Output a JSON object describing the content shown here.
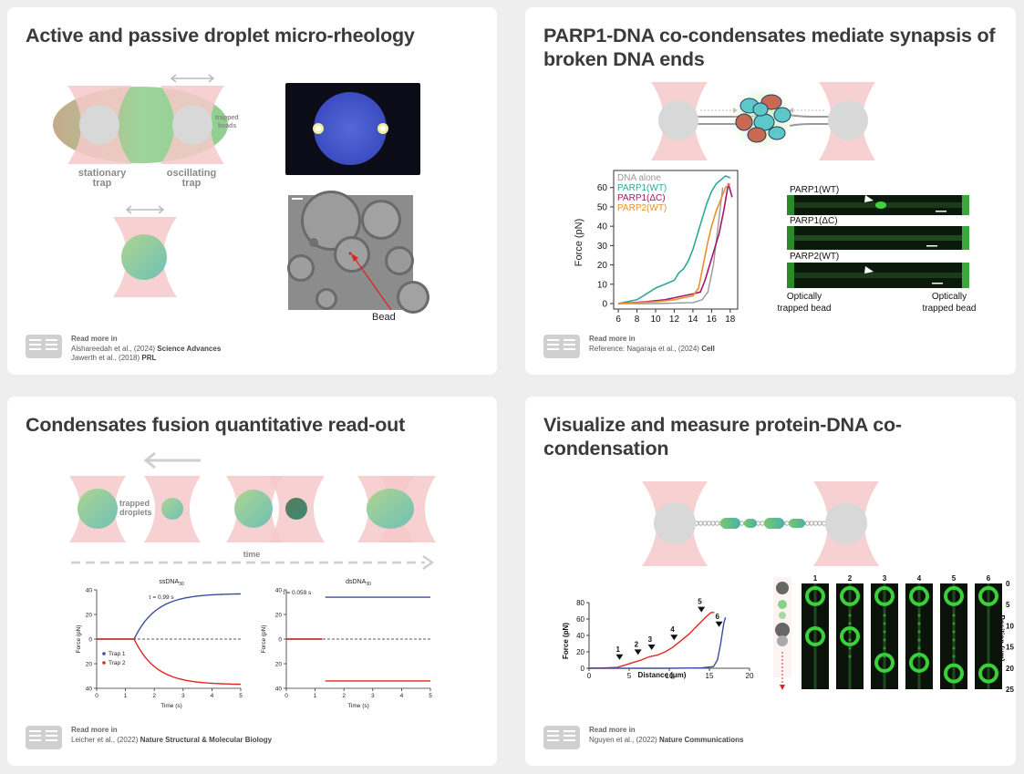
{
  "cards": [
    {
      "title": "Active and passive droplet micro-rheology",
      "labels": {
        "trapped_beads_1": "trapped",
        "trapped_beads_2": "beads",
        "stationary_1": "stationary",
        "stationary_2": "trap",
        "oscillating_1": "oscillating",
        "oscillating_2": "trap",
        "bead": "Bead"
      },
      "read_more": {
        "heading": "Read more in",
        "refs": [
          {
            "authors": "Alshareedah et al., (2024)",
            "journal": "Science Advances"
          },
          {
            "authors": "Jawerth et al., (2018)",
            "journal": "PRL"
          }
        ]
      }
    },
    {
      "title": "PARP1-DNA co-condensates mediate synapsis of broken DNA ends",
      "chart": {
        "ylabel": "Force (pN)",
        "x_ticks": [
          "6",
          "8",
          "10",
          "12",
          "14",
          "16",
          "18"
        ],
        "y_ticks": [
          "0",
          "10",
          "20",
          "30",
          "40",
          "50",
          "60"
        ],
        "legend": [
          "DNA alone",
          "PARP1(WT)",
          "PARP1(ΔC)",
          "PARP2(WT)"
        ]
      },
      "kymo_labels": [
        "PARP1(WT)",
        "PARP1(ΔC)",
        "PARP2(WT)"
      ],
      "bead_labels": {
        "left_1": "Optically",
        "left_2": "trapped bead",
        "right_1": "Optically",
        "right_2": "trapped bead"
      },
      "read_more": {
        "heading": "Read more in",
        "refs": [
          {
            "authors": "Reference: Nagaraja et al., (2024)",
            "journal": "Cell"
          }
        ]
      }
    },
    {
      "title": "Condensates fusion quantitative read-out",
      "labels": {
        "trapped_1": "trapped",
        "trapped_2": "droplets",
        "time": "time"
      },
      "plot_left": {
        "title": "ssDNA",
        "title_sub": "30",
        "tau": "τ = 0.99 s",
        "ylabel": "Force (pN)",
        "xlabel": "Time (s)",
        "x_ticks": [
          "0",
          "1",
          "2",
          "3",
          "4",
          "5"
        ],
        "y_ticks": [
          "40",
          "20",
          "0",
          "20",
          "40"
        ],
        "legend": [
          "Trap 1",
          "Trap 2"
        ]
      },
      "plot_right": {
        "title": "dsDNA",
        "title_sub": "30",
        "tau": "τ = 0.059 s",
        "ylabel": "Force (pN)",
        "xlabel": "Time (s)",
        "x_ticks": [
          "0",
          "1",
          "2",
          "3",
          "4",
          "5"
        ],
        "y_ticks": [
          "40",
          "20",
          "0",
          "20",
          "40"
        ]
      },
      "read_more": {
        "heading": "Read more in",
        "refs": [
          {
            "authors": "Leicher et al., (2022)",
            "journal": "Nature Structural & Molecular Biology"
          }
        ]
      }
    },
    {
      "title": "Visualize and measure protein-DNA co-condensation",
      "chart": {
        "ylabel": "Force (pN)",
        "xlabel": "Distance (μm)",
        "x_ticks": [
          "0",
          "5",
          "10",
          "15",
          "20"
        ],
        "y_ticks": [
          "0",
          "20",
          "40",
          "60",
          "80"
        ],
        "markers": [
          "1",
          "2",
          "3",
          "4",
          "5",
          "6"
        ]
      },
      "kymo": {
        "columns": [
          "1",
          "2",
          "3",
          "4",
          "5",
          "6"
        ],
        "pos_ticks": [
          "0",
          "5",
          "10",
          "15",
          "20",
          "25"
        ],
        "pos_label": "Position (μm)"
      },
      "read_more": {
        "heading": "Read more in",
        "refs": [
          {
            "authors": "Nguyen et al., (2022)",
            "journal": "Nature Communications"
          }
        ]
      }
    }
  ],
  "colors": {
    "trap_pink": "#f6c9c9",
    "bead_grey": "#d8d8d8",
    "teal": "#2aa89a",
    "magenta": "#a3166e",
    "orange": "#e8902c",
    "blue_trace": "#3b4ea0",
    "red_trace": "#e0281e"
  }
}
